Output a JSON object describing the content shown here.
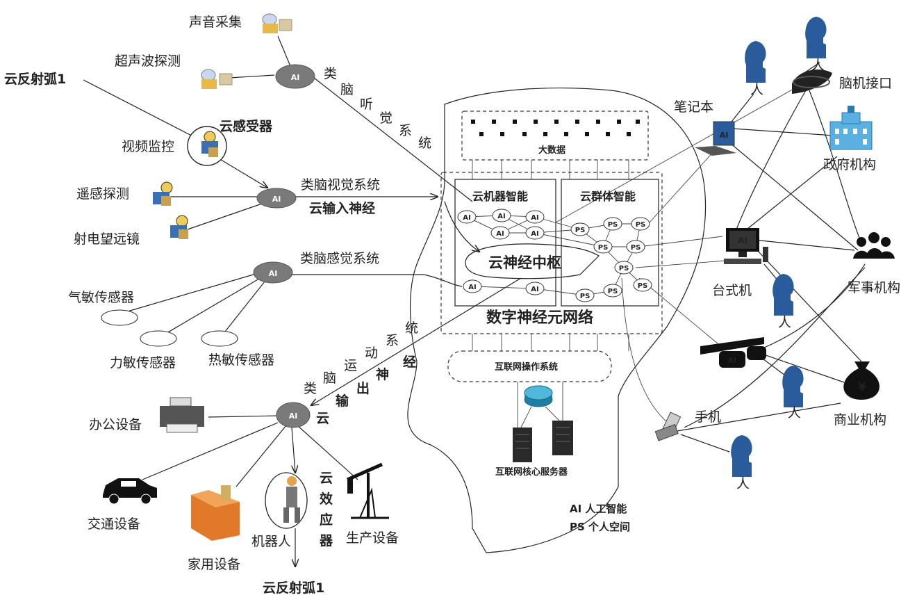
{
  "labels": {
    "sound": "声音采集",
    "ultrasonic": "超声波探测",
    "reflex_top": "云反射弧1",
    "cloud_sensor": "云感受器",
    "video": "视频监控",
    "remote": "遥感探测",
    "telescope": "射电望远镜",
    "gas": "气敏传感器",
    "force": "力敏传感器",
    "thermal": "热敏传感器",
    "office": "办公设备",
    "traffic": "交通设备",
    "household": "家用设备",
    "robot": "机器人",
    "production": "生产设备",
    "reflex_bottom": "云反射弧1",
    "effector": [
      "云",
      "效",
      "应",
      "器"
    ],
    "hearing": [
      "类",
      "脑",
      "听",
      "觉",
      "系",
      "统"
    ],
    "vision": "类脑视觉系统",
    "input_nerve": "云输入神经",
    "sense": "类脑感觉系统",
    "motor": [
      "类",
      "脑",
      "运",
      "动",
      "系",
      "统"
    ],
    "output_nerve": [
      "云",
      "输",
      "出",
      "神",
      "经"
    ],
    "big_data": "大数据",
    "machine_intel": "云机器智能",
    "group_intel": "云群体智能",
    "nerve_center": "云神经中枢",
    "neuron_net": "数字神经元网络",
    "internet_os": "互联网操作系统",
    "core_server": "互联网核心服务器",
    "notebook": "笔记本",
    "bci": "脑机接口",
    "gov": "政府机构",
    "military": "军事机构",
    "desktop": "台式机",
    "business": "商业机构",
    "phone": "手机",
    "person": "人",
    "legend_ai": "AI  人工智能",
    "legend_ps": "PS  个人空间",
    "ai": "AI",
    "ps": "PS"
  },
  "colors": {
    "ai_node": "#7a7a7a",
    "head_line": "#222222",
    "person": "#2a5c9c",
    "robot": "#e3a44c"
  }
}
